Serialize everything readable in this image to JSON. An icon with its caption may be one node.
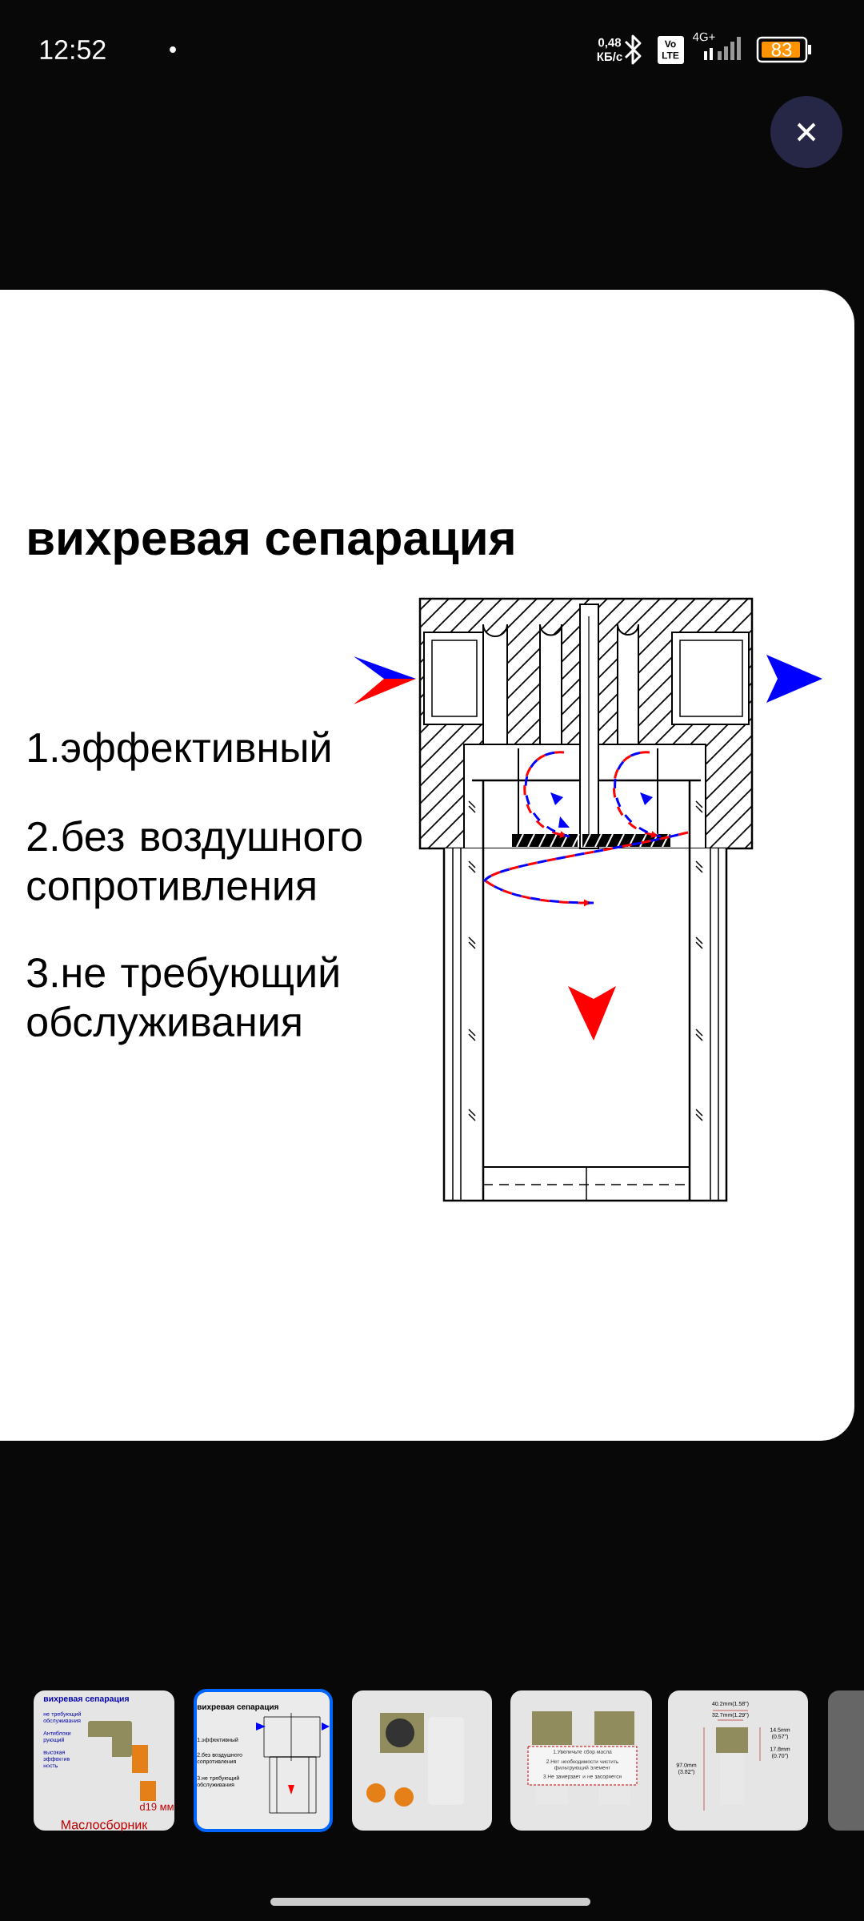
{
  "diagram": {
    "title": "вихревая сепарация",
    "labels": [
      "12:52",
      "0,48 КБ/с",
      "Vo LTE",
      "4G+",
      "83",
      "1.эффективный",
      "2.без воздушного сопротивления",
      "3.не требующий обслуживания",
      "вихревая сепарация",
      "не требующий обслуживания",
      "Антиблоки рующий",
      "высокая эффектив ность",
      "d19 мм",
      "Маслосборник",
      "вихревая сепарация",
      "1.эффективный",
      "2.без воздушного сопротивления",
      "3.не требующий обслуживания",
      "1.Увеличьте сбор масла",
      "2.Нет необходимости чистить фильтрующий элемент",
      "3.Не замерзает и не засоряется",
      "40.2mm(1.58\")",
      "32.7mm(1.29\")",
      "14.5mm (0.57\")",
      "17.8mm (0.70\")",
      "97.0mm (3.82\")"
    ]
  }
}
